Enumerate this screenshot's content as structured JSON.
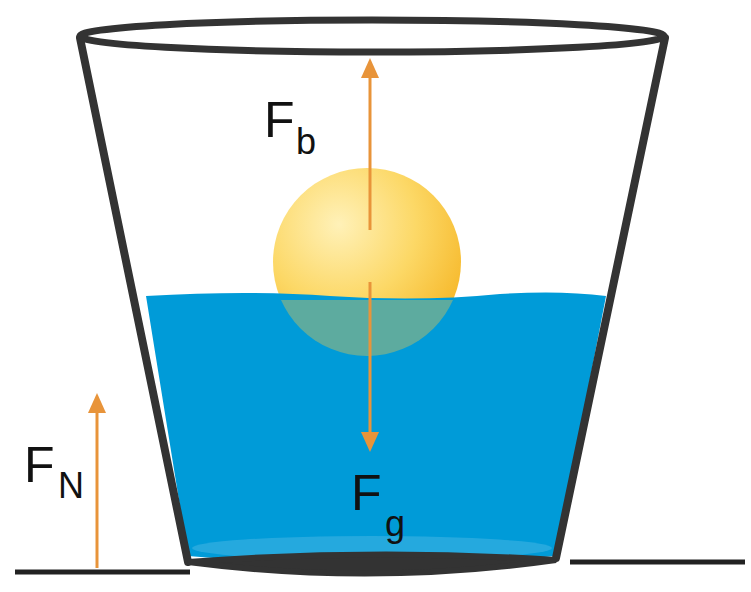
{
  "diagram": {
    "labels": [
      "F",
      "b",
      "F",
      "g",
      "F",
      "N"
    ]
  }
}
